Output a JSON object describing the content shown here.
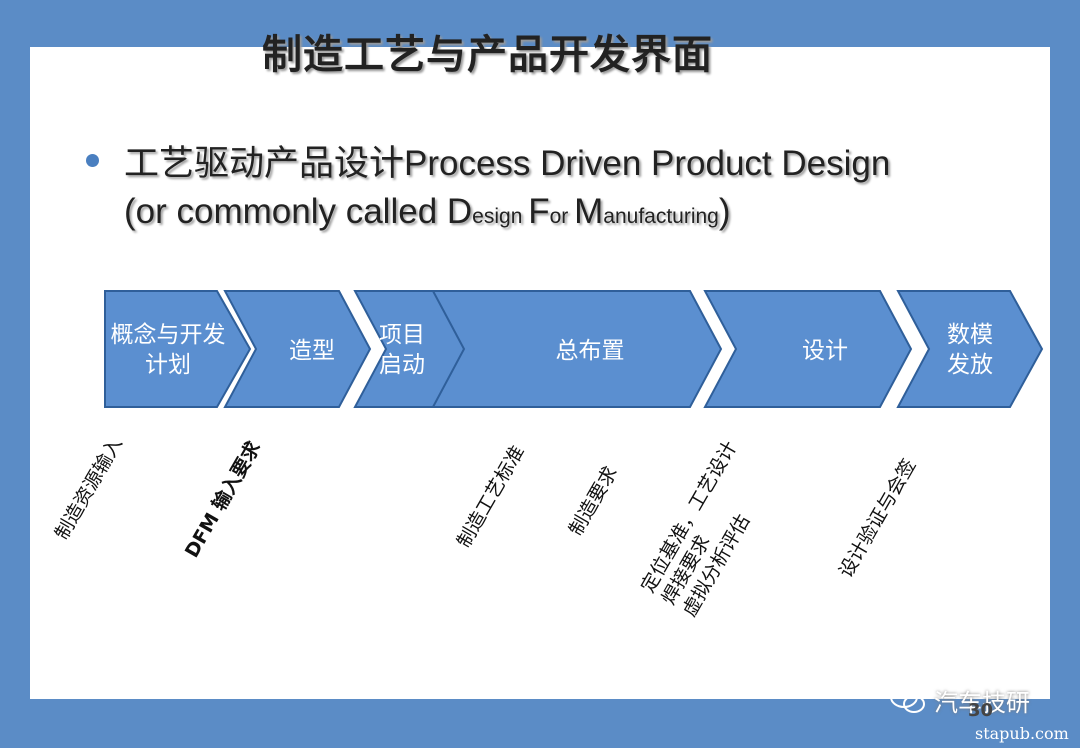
{
  "title": "制造工艺与产品开发界面",
  "bullet": {
    "line1": "工艺驱动产品设计Process Driven Product Design",
    "line2_prefix": "(or commonly called ",
    "d_big": "D",
    "d_small": "esign ",
    "f_big": "F",
    "f_small": "or ",
    "m_big": "M",
    "m_small": "anufacturing",
    "line2_suffix": ")"
  },
  "steps": [
    {
      "label": "概念与开发\n计划"
    },
    {
      "label": "造型"
    },
    {
      "label": "项目\n启动"
    },
    {
      "label": "总布置"
    },
    {
      "label": "设计"
    },
    {
      "label": "数模\n发放"
    }
  ],
  "annotations": [
    {
      "text": "制造资源输入"
    },
    {
      "text": "DFM 输入要求"
    },
    {
      "text": "制造工艺标准"
    },
    {
      "text": "制造要求"
    },
    {
      "text": "定位基准，工艺设计\n焊接要求\n虚拟分析评估"
    },
    {
      "text": "设计验证与会签"
    }
  ],
  "footer": {
    "wechat": "汽车技研",
    "page": "30",
    "site": "stapub.com"
  },
  "colors": {
    "background": "#5b8cc6",
    "chevron_fill": "#5b8fd0",
    "chevron_stroke": "#2f5f9a",
    "bullet": "#4a7fc0"
  }
}
